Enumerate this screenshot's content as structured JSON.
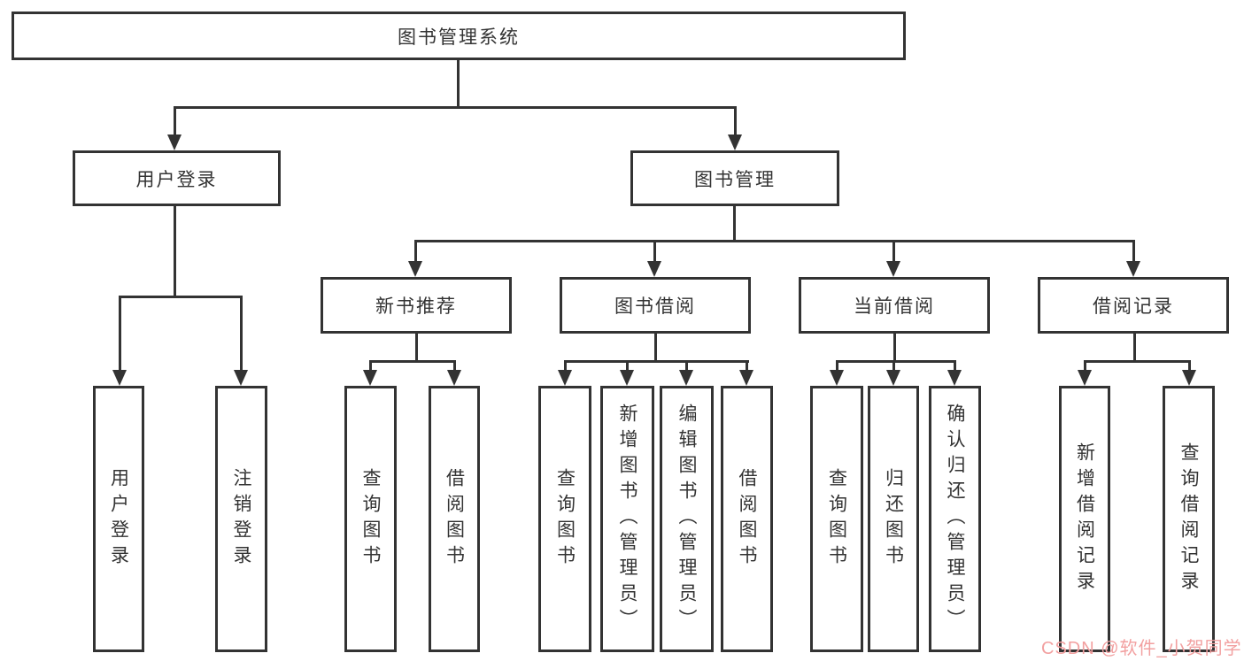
{
  "colors": {
    "line": "#333333",
    "ink": "#333333",
    "background": "#ffffff",
    "watermark": "#f2a0a0"
  },
  "watermark": {
    "text": "CSDN @软件_小贺同学"
  },
  "hierarchy": {
    "label": "图书管理系统",
    "children": [
      {
        "label": "用户登录",
        "children": [
          {
            "label": "用户登录"
          },
          {
            "label": "注销登录"
          }
        ]
      },
      {
        "label": "图书管理",
        "children": [
          {
            "label": "新书推荐",
            "children": [
              {
                "label": "查询图书"
              },
              {
                "label": "借阅图书"
              }
            ]
          },
          {
            "label": "图书借阅",
            "children": [
              {
                "label": "查询图书"
              },
              {
                "label": "新增图书（管理员）"
              },
              {
                "label": "编辑图书（管理员）"
              },
              {
                "label": "借阅图书"
              }
            ]
          },
          {
            "label": "当前借阅",
            "children": [
              {
                "label": "查询图书"
              },
              {
                "label": "归还图书"
              },
              {
                "label": "确认归还（管理员）"
              }
            ]
          },
          {
            "label": "借阅记录",
            "children": [
              {
                "label": "新增借阅记录"
              },
              {
                "label": "查询借阅记录"
              }
            ]
          }
        ]
      }
    ]
  }
}
